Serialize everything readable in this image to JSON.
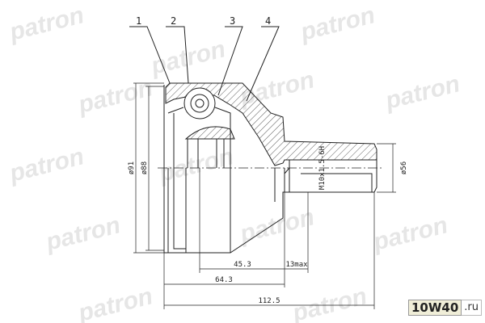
{
  "watermark": "patron",
  "callouts": [
    "1",
    "2",
    "3",
    "4"
  ],
  "dimensions": {
    "outer_diameter": "ø91",
    "seal_diameter": "ø88",
    "shaft_diameter": "ø56",
    "thread": "M10x1.5-6H",
    "length_45": "45.3",
    "thread_depth": "13max",
    "length_64": "64.3",
    "total_length": "112.5"
  },
  "logo": {
    "main": "10W40",
    "tld": ".ru"
  },
  "colors": {
    "line": "#222222",
    "watermark": "#e6e6e6",
    "logo_bg": "#f0eed8"
  }
}
